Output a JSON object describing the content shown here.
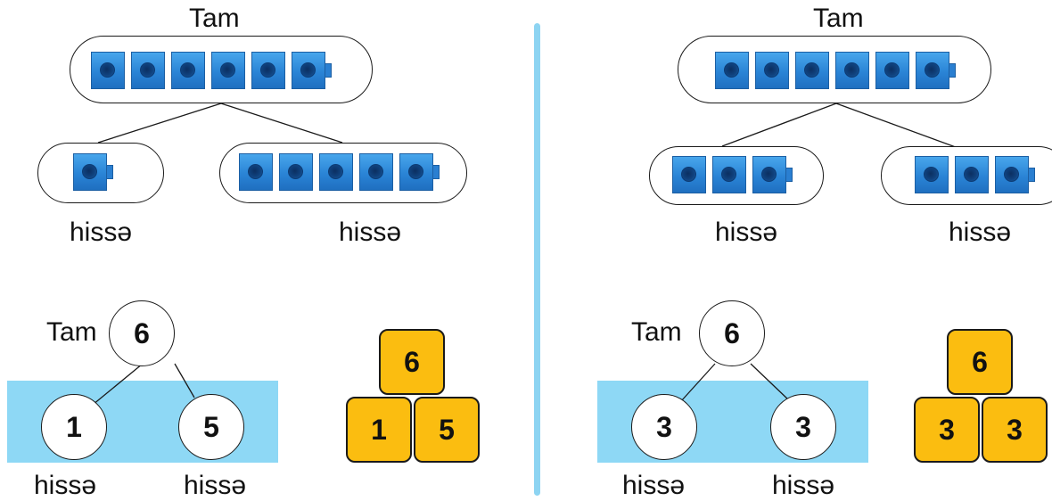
{
  "colors": {
    "cube_blue": "#2a84d6",
    "band_blue": "#8ed8f5",
    "block_yellow": "#fbbd10",
    "divider": "#8dd4f2"
  },
  "left": {
    "whole_label": "Tam",
    "whole_cubes": 6,
    "part_a_cubes": 1,
    "part_b_cubes": 5,
    "part_a_label": "hissə",
    "part_b_label": "hissə",
    "bond": {
      "whole_label": "Tam",
      "whole": "6",
      "part_a": "1",
      "part_b": "5",
      "part_a_label": "hissə",
      "part_b_label": "hissə"
    },
    "blocks": {
      "top": "6",
      "left": "1",
      "right": "5"
    }
  },
  "right": {
    "whole_label": "Tam",
    "whole_cubes": 6,
    "part_a_cubes": 3,
    "part_b_cubes": 3,
    "part_a_label": "hissə",
    "part_b_label": "hissə",
    "bond": {
      "whole_label": "Tam",
      "whole": "6",
      "part_a": "3",
      "part_b": "3",
      "part_a_label": "hissə",
      "part_b_label": "hissə"
    },
    "blocks": {
      "top": "6",
      "left": "3",
      "right": "3"
    }
  }
}
